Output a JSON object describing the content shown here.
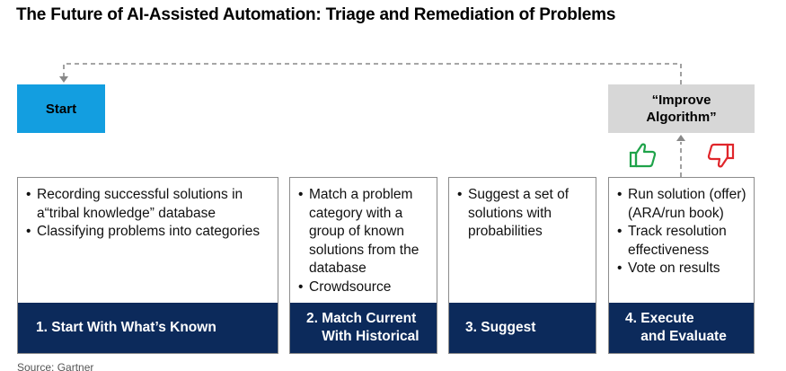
{
  "title": "The Future of AI-Assisted Automation: Triage and Remediation of Problems",
  "start_label": "Start",
  "improve_label": "“Improve\nAlgorithm”",
  "colors": {
    "start_fill": "#139ee0",
    "improve_fill": "#d7d7d7",
    "footer_fill": "#0c2a5b",
    "thumb_up": "#1fa34a",
    "thumb_down": "#e0262b",
    "connector": "#888888"
  },
  "icons": {
    "positive_feedback": "thumbs-up-icon",
    "negative_feedback": "thumbs-down-icon"
  },
  "steps": [
    {
      "items": [
        "Recording successful solutions in a“tribal knowledge” database",
        "Classifying problems into categories"
      ],
      "label": "1. Start With What’s Known"
    },
    {
      "items": [
        "Match a problem category with a group of known solutions from the database",
        "Crowdsource"
      ],
      "label": "2. Match Current\n    With Historical"
    },
    {
      "items": [
        "Suggest a set of solutions with probabilities"
      ],
      "label": "3. Suggest"
    },
    {
      "items": [
        "Run solution (offer) (ARA/run book)",
        "Track resolution effectiveness",
        "Vote on results"
      ],
      "label": "4. Execute\n    and Evaluate"
    }
  ],
  "source": "Source: Gartner"
}
